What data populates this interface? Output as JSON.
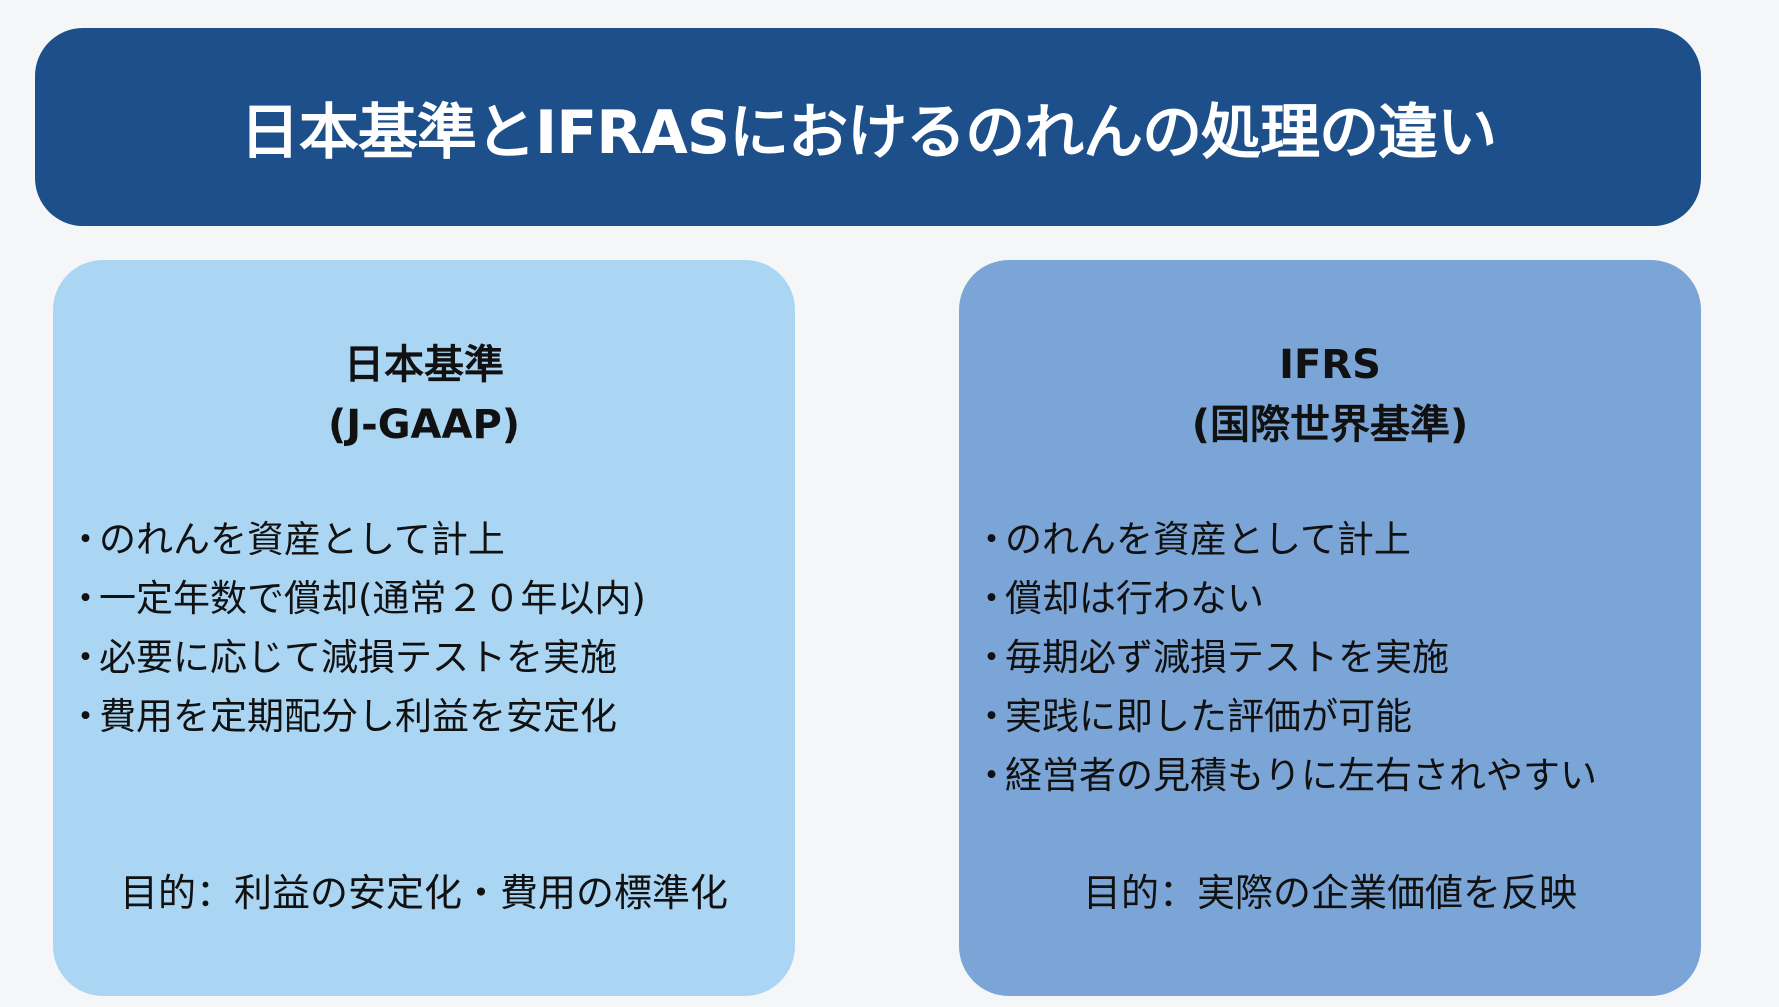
{
  "title": "日本基準とIFRASにおけるのれんの処理の違い",
  "colors": {
    "header": "#1d4f8a",
    "left_box": "#aad5f3",
    "right_box": "#7ba5d7",
    "background": "#f4f6f8"
  },
  "left": {
    "heading_line1": "日本基準",
    "heading_line2": "(J-GAAP)",
    "bullets": [
      "のれんを資産として計上",
      "一定年数で償却(通常２０年以内)",
      "必要に応じて減損テストを実施",
      "費用を定期配分し利益を安定化"
    ],
    "purpose": "目的：利益の安定化・費用の標準化"
  },
  "right": {
    "heading_line1": "IFRS",
    "heading_line2": "(国際世界基準)",
    "bullets": [
      "のれんを資産として計上",
      "償却は行わない",
      "毎期必ず減損テストを実施",
      "実践に即した評価が可能",
      "経営者の見積もりに左右されやすい"
    ],
    "purpose": "目的：実際の企業価値を反映"
  },
  "bullet_symbol": "・"
}
